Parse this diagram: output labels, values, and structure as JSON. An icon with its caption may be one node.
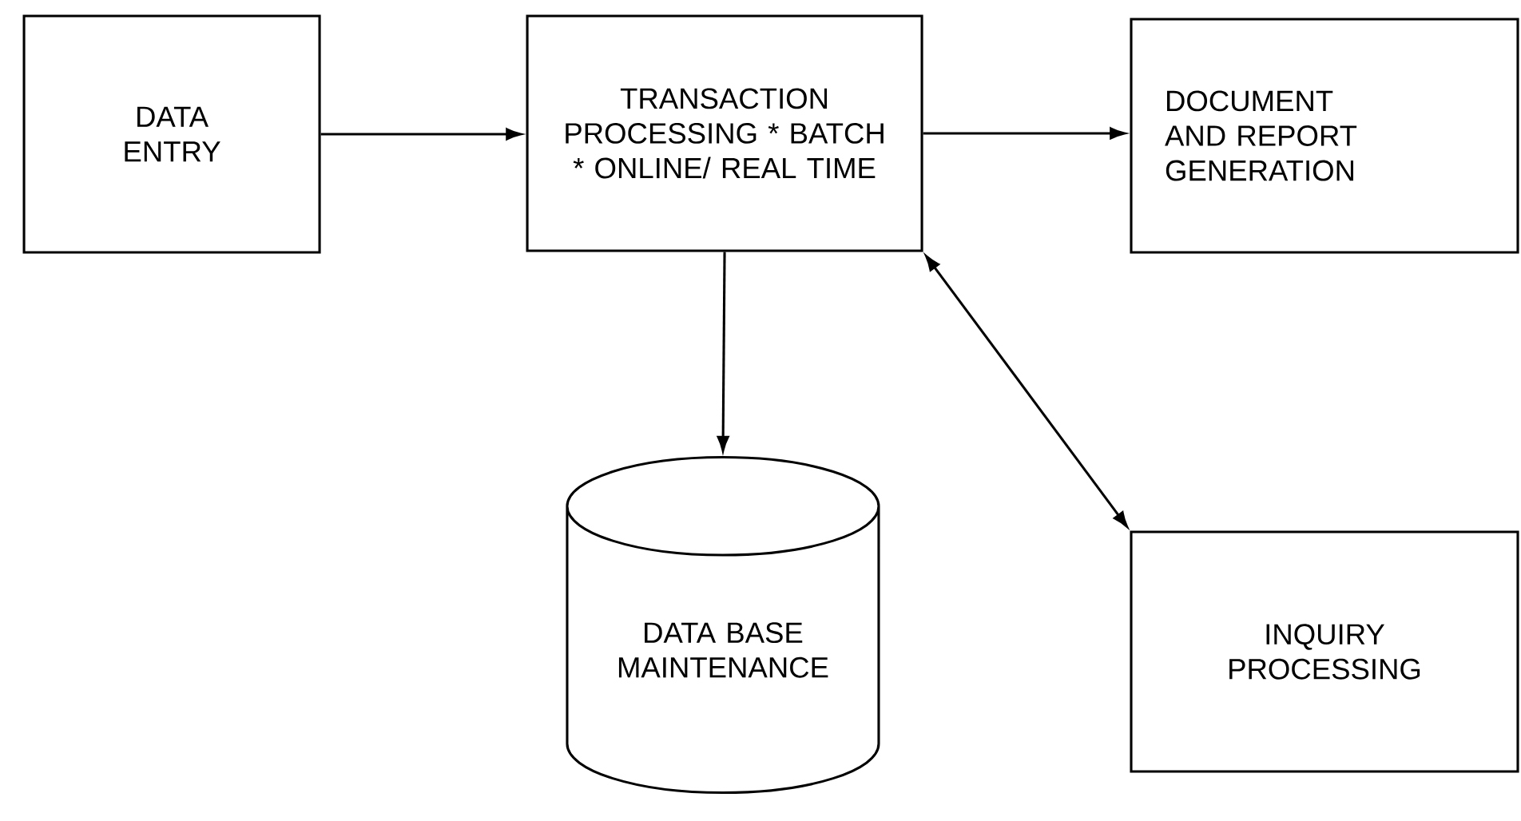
{
  "diagram": {
    "nodes": [
      {
        "text": [
          "DATA ENTRY"
        ]
      },
      {
        "text": [
          "TRANSACTION PROCESSING * BATCH * ONLINE/ REAL TIME"
        ]
      },
      {
        "text": [
          "DOCUMENT AND REPORT GENERATION"
        ]
      },
      {
        "text": [
          "DATA BASE MAINTENANCE"
        ]
      },
      {
        "text": [
          "INQUIRY PROCESSING"
        ]
      }
    ],
    "edges": [
      {
        "from": 0,
        "to": 1,
        "arrow": "to"
      },
      {
        "from": 1,
        "to": 2,
        "arrow": "to"
      },
      {
        "from": 1,
        "to": 3,
        "arrow": "to"
      },
      {
        "from": 1,
        "to": 4,
        "arrow": "both"
      }
    ]
  }
}
